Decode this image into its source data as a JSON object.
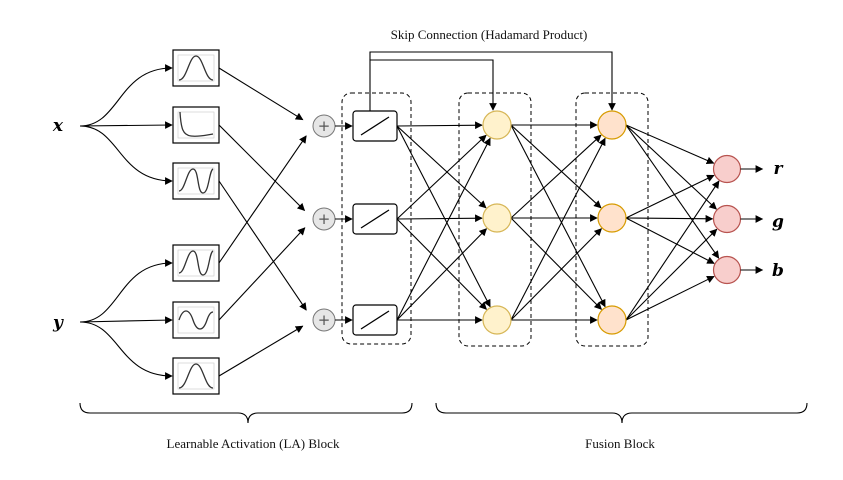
{
  "labels": {
    "skip": "Skip Connection (Hadamard Product)",
    "la_block": "Learnable Activation (LA) Block",
    "fusion_block": "Fusion Block"
  },
  "inputs": {
    "x": "x",
    "y": "y"
  },
  "outputs": {
    "r": "r",
    "g": "g",
    "b": "b"
  },
  "plus_symbol": "+",
  "colors": {
    "hidden_fill": "#fff2cc",
    "hidden_stroke": "#d6b656",
    "fusion_fill": "#ffe2cc",
    "fusion_stroke": "#d79b00",
    "output_fill": "#f8cecc",
    "output_stroke": "#b85450",
    "sum_fill": "#e6e6e6",
    "sum_stroke": "#777777"
  },
  "activation_icons": [
    "bump-curve-icon",
    "decay-curve-icon",
    "wave-curve-icon",
    "wave-curve-icon",
    "sine-curve-icon",
    "bump-curve-icon"
  ]
}
